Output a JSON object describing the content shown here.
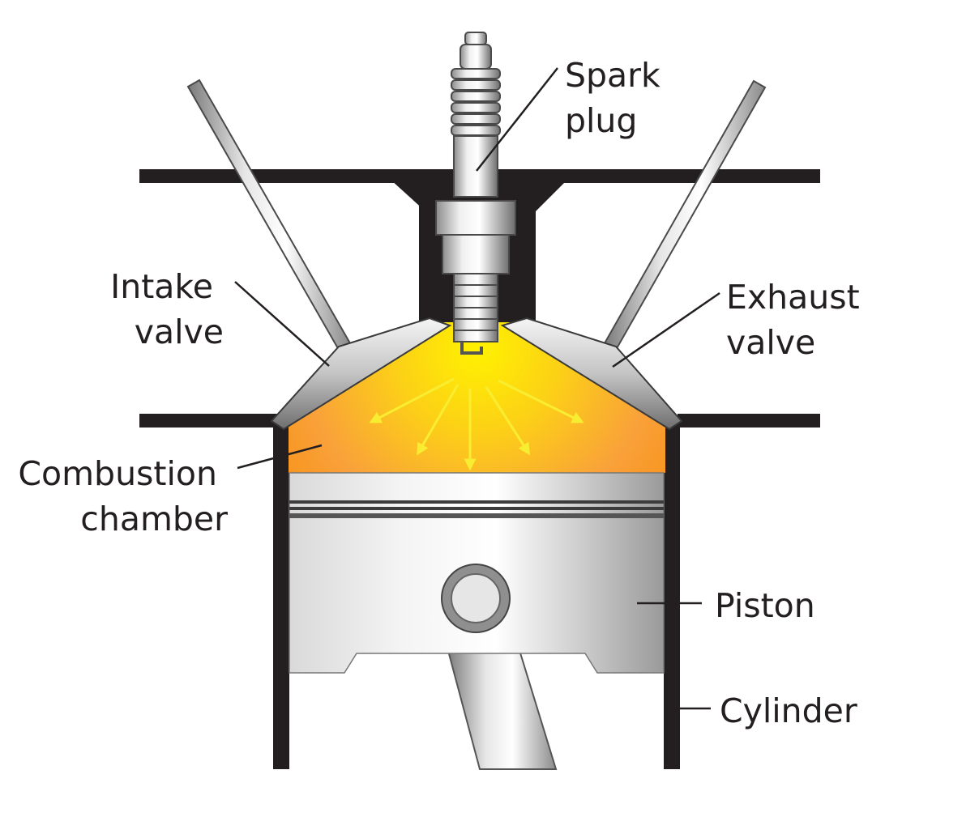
{
  "labels": {
    "spark_plug": [
      "Spark",
      "plug"
    ],
    "intake_valve": [
      "Intake",
      "valve"
    ],
    "exhaust_valve": [
      "Exhaust",
      "valve"
    ],
    "combustion_chamber": [
      "Combustion",
      "chamber"
    ],
    "piston": "Piston",
    "cylinder": "Cylinder"
  },
  "colors": {
    "structure": "#231f20",
    "flame_core": "#fff200",
    "flame_edge": "#f7941d",
    "metal_light": "#f2f2f2",
    "metal_dark": "#8c8c8c",
    "arrow": "#f9ed32"
  }
}
